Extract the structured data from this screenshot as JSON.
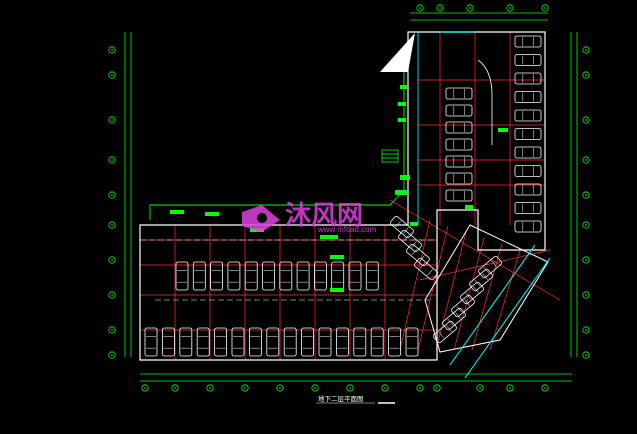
{
  "drawing": {
    "caption": "地下二层平面图"
  },
  "watermark": {
    "brand": "沐风网",
    "url": "www.mfcad.com"
  },
  "colors": {
    "background": "#000000",
    "axis_line": "#00ff00",
    "grid": "#ff3030",
    "wall": "#ffffff",
    "cyan": "#00ffff",
    "yellow": "#ffff00",
    "watermark": "#e040e0"
  },
  "icons": [
    "car-icon",
    "axis-bubble-icon",
    "north-wedge-icon",
    "stair-icon",
    "logo-icon"
  ]
}
